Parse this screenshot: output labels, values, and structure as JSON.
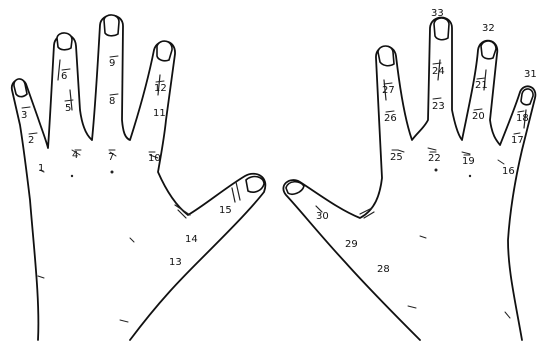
{
  "colors": {
    "ink": "#111111",
    "background": "#ffffff"
  },
  "labels": {
    "left_hand": [
      "1",
      "2",
      "3",
      "4",
      "5",
      "6",
      "7",
      "8",
      "9",
      "10",
      "11",
      "12",
      "13",
      "14",
      "15"
    ],
    "right_hand": [
      "16",
      "17",
      "18",
      "19",
      "20",
      "21",
      "22",
      "23",
      "24",
      "25",
      "26",
      "27",
      "28",
      "29",
      "30",
      "31",
      "32",
      "33"
    ]
  }
}
